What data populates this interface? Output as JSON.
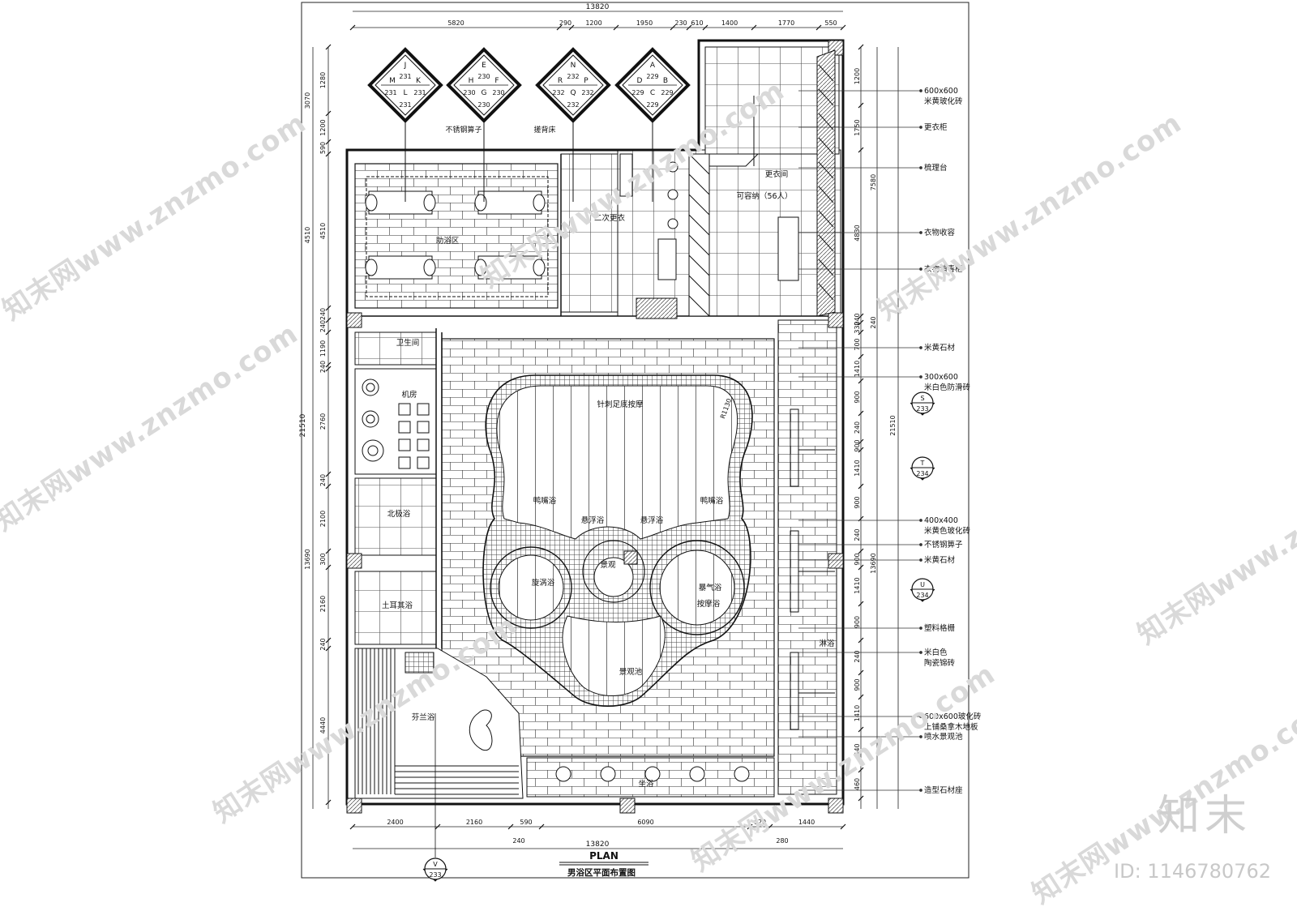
{
  "overall": {
    "width_top": "13820",
    "width_bottom": "13820",
    "height_left": "21510",
    "height_right": "21510"
  },
  "dims_top": [
    "5820",
    "290",
    "1200",
    "1950",
    "230",
    "610",
    "1400",
    "1770",
    "550"
  ],
  "dims_bottom": [
    "2400",
    "2160",
    "590",
    "6090",
    "620",
    "1440"
  ],
  "dims_bottom_sub": [
    "240",
    "280"
  ],
  "dims_left_outer": [
    "3070",
    "4510",
    "13690"
  ],
  "dims_left_inner": [
    "1280",
    "1200",
    "590",
    "4510",
    "240",
    "240",
    "1190",
    "240",
    "2760",
    "240",
    "2100",
    "300",
    "2160",
    "240",
    "4440"
  ],
  "dims_right_inner": [
    "1200",
    "1750",
    "4830",
    "240",
    "330",
    "700",
    "1410",
    "900",
    "240",
    "900",
    "1410",
    "900",
    "240",
    "900",
    "1410",
    "900",
    "240",
    "900",
    "1410",
    "440",
    "460"
  ],
  "dims_right_outer": [
    "7580",
    "21510",
    "13690"
  ],
  "dims_right_sub": [
    "240"
  ],
  "markers": [
    {
      "top": "J",
      "left": "M",
      "right": "K",
      "bottom": "L",
      "center_top": "231",
      "center_bottom": "231",
      "side_left": "231",
      "side_right": "231",
      "foot": "231"
    },
    {
      "top": "E",
      "left": "H",
      "right": "F",
      "bottom": "G",
      "center_top": "230",
      "center_bottom": "230",
      "side_left": "230",
      "side_right": "230",
      "foot": "230"
    },
    {
      "top": "N",
      "left": "R",
      "right": "P",
      "bottom": "Q",
      "center_top": "232",
      "center_bottom": "232",
      "side_left": "232",
      "side_right": "232",
      "foot": "232"
    },
    {
      "top": "A",
      "left": "D",
      "right": "B",
      "bottom": "C",
      "center_top": "229",
      "center_bottom": "229",
      "side_left": "229",
      "side_right": "229",
      "foot": "229"
    }
  ],
  "section_markers": [
    {
      "letter": "S",
      "number": "233"
    },
    {
      "letter": "T",
      "number": "234"
    },
    {
      "letter": "U",
      "number": "234"
    },
    {
      "letter": "V",
      "number": "233"
    }
  ],
  "rooms": {
    "assist_bath": "助浴区",
    "second_change": "二次更衣",
    "changing_room": "更衣间",
    "capacity": "可容纳（56人）",
    "toilet": "卫生间",
    "machine_room": "机房",
    "arctic_bath": "北极浴",
    "turkish_bath": "土耳其浴",
    "finnish_bath": "芬兰浴",
    "foot_massage": "针刺足底按摩",
    "duck_bath_left": "鸭嘴浴",
    "duck_bath_right": "鸭嘴浴",
    "float_bath_left": "悬浮浴",
    "float_bath_right": "悬浮浴",
    "landscape": "景观",
    "whirlpool": "旋涡浴",
    "bubble_bath": "暴气浴",
    "massage_bath": "按摩浴",
    "landscape_pool": "景观池",
    "shower": "淋浴",
    "sitting_bath": "坐浴",
    "radius": "R1130"
  },
  "top_labels": {
    "grate": "不锈钢箅子",
    "back_rub_bed": "搓背床"
  },
  "legend_right": [
    "600x600\n米黄玻化砖",
    "更衣柜",
    "梳理台",
    "衣物收容",
    "衣物消毒柜",
    "米黄石材",
    "300x600\n米白色防滑砖",
    "400x400\n米黄色玻化砖",
    "不锈钢箅子",
    "米黄石材",
    "塑料格栅",
    "米白色\n陶瓷锦砖",
    "600x600玻化砖\n上铺桑拿木地板",
    "喷水景观池",
    "造型石材座"
  ],
  "title": {
    "plan": "PLAN",
    "subtitle": "男浴区平面布置图"
  },
  "watermarks": {
    "site": "知末网www.znzmo.com",
    "brand": "知末",
    "image_id": "ID: 1146780762"
  }
}
